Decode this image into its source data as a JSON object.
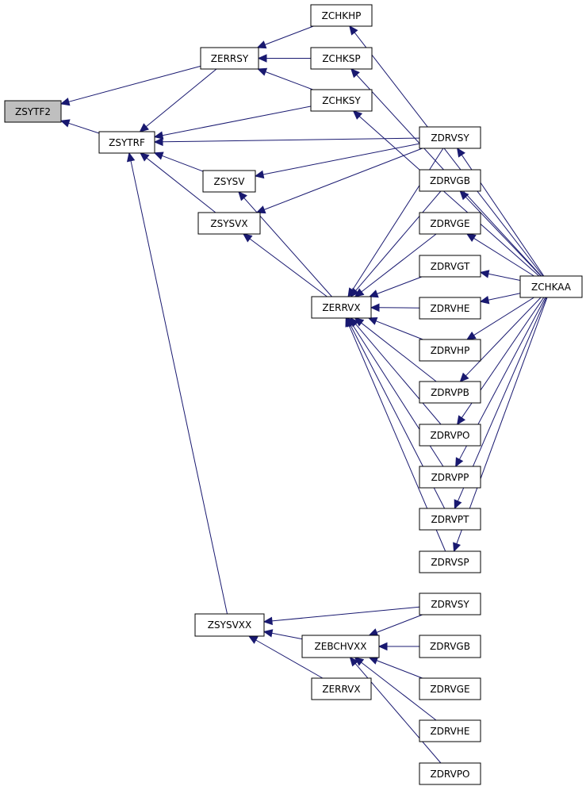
{
  "colors": {
    "edge": "#191970",
    "node_border": "#000000",
    "root_fill": "#bfbfbf",
    "node_fill": "#ffffff"
  },
  "nodes": {
    "zsytf2": "ZSYTF2",
    "zerrsy": "ZERRSY",
    "zsytrf": "ZSYTRF",
    "zchkhp": "ZCHKHP",
    "zchksp": "ZCHKSP",
    "zchksy": "ZCHKSY",
    "zsysv": "ZSYSV",
    "zsysvx": "ZSYSVX",
    "zerrvx_1": "ZERRVX",
    "zdrvsy_1": "ZDRVSY",
    "zdrvgb_1": "ZDRVGB",
    "zdrvge_1": "ZDRVGE",
    "zdrvgt": "ZDRVGT",
    "zdrvhe_1": "ZDRVHE",
    "zdrvhp": "ZDRVHP",
    "zdrvpb": "ZDRVPB",
    "zdrvpo_1": "ZDRVPO",
    "zdrvpp": "ZDRVPP",
    "zdrvpt": "ZDRVPT",
    "zdrvsp": "ZDRVSP",
    "zchkaa": "ZCHKAA",
    "zsysvxx": "ZSYSVXX",
    "zebchvxx": "ZEBCHVXX",
    "zerrvx_2": "ZERRVX",
    "zdrvsy_2": "ZDRVSY",
    "zdrvgb_2": "ZDRVGB",
    "zdrvge_2": "ZDRVGE",
    "zdrvhe_2": "ZDRVHE",
    "zdrvpo_2": "ZDRVPO"
  },
  "edges": [
    [
      "zerrsy",
      "zsytf2"
    ],
    [
      "zsytrf",
      "zsytf2"
    ],
    [
      "zchkhp",
      "zerrsy"
    ],
    [
      "zchksp",
      "zerrsy"
    ],
    [
      "zchksy",
      "zerrsy"
    ],
    [
      "zerrsy",
      "zsytrf"
    ],
    [
      "zchksy",
      "zsytrf"
    ],
    [
      "zdrvsy_1",
      "zsytrf"
    ],
    [
      "zsysv",
      "zsytrf"
    ],
    [
      "zsysvx",
      "zsytrf"
    ],
    [
      "zsysvxx",
      "zsytrf"
    ],
    [
      "zdrvsy_1",
      "zsysv"
    ],
    [
      "zerrvx_1",
      "zsysv"
    ],
    [
      "zdrvsy_1",
      "zsysvx"
    ],
    [
      "zerrvx_1",
      "zsysvx"
    ],
    [
      "zdrvsy_1",
      "zerrvx_1"
    ],
    [
      "zdrvgb_1",
      "zerrvx_1"
    ],
    [
      "zdrvge_1",
      "zerrvx_1"
    ],
    [
      "zdrvgt",
      "zerrvx_1"
    ],
    [
      "zdrvhe_1",
      "zerrvx_1"
    ],
    [
      "zdrvhp",
      "zerrvx_1"
    ],
    [
      "zdrvpb",
      "zerrvx_1"
    ],
    [
      "zdrvpo_1",
      "zerrvx_1"
    ],
    [
      "zdrvpp",
      "zerrvx_1"
    ],
    [
      "zdrvpt",
      "zerrvx_1"
    ],
    [
      "zdrvsp",
      "zerrvx_1"
    ],
    [
      "zchkaa",
      "zchkhp"
    ],
    [
      "zchkaa",
      "zchksp"
    ],
    [
      "zchkaa",
      "zchksy"
    ],
    [
      "zchkaa",
      "zdrvsy_1"
    ],
    [
      "zchkaa",
      "zdrvgb_1"
    ],
    [
      "zchkaa",
      "zdrvge_1"
    ],
    [
      "zchkaa",
      "zdrvgt"
    ],
    [
      "zchkaa",
      "zdrvhe_1"
    ],
    [
      "zchkaa",
      "zdrvhp"
    ],
    [
      "zchkaa",
      "zdrvpb"
    ],
    [
      "zchkaa",
      "zdrvpo_1"
    ],
    [
      "zchkaa",
      "zdrvpp"
    ],
    [
      "zchkaa",
      "zdrvpt"
    ],
    [
      "zchkaa",
      "zdrvsp"
    ],
    [
      "zdrvsy_2",
      "zsysvxx"
    ],
    [
      "zebchvxx",
      "zsysvxx"
    ],
    [
      "zerrvx_2",
      "zsysvxx"
    ],
    [
      "zdrvsy_2",
      "zebchvxx"
    ],
    [
      "zdrvgb_2",
      "zebchvxx"
    ],
    [
      "zdrvge_2",
      "zebchvxx"
    ],
    [
      "zdrvhe_2",
      "zebchvxx"
    ],
    [
      "zdrvpo_2",
      "zebchvxx"
    ]
  ]
}
